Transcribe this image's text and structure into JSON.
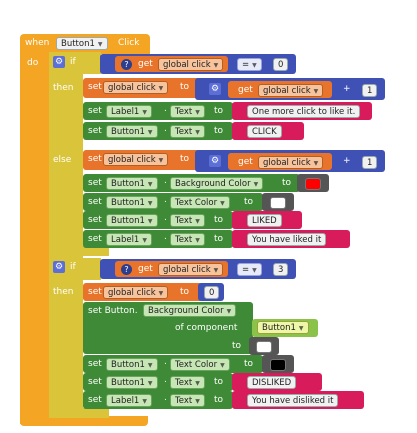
{
  "event": {
    "when": "when",
    "component": "Button1",
    "event": "Click",
    "do": "do"
  },
  "if1": {
    "if_label": "if",
    "get_label": "get",
    "var_name": "global click",
    "op": "=",
    "value": "0",
    "then_label": "then",
    "then": {
      "set_label": "set",
      "var_name": "global click",
      "to_label": "to",
      "get_label": "get",
      "get_var": "global click",
      "plus": "+",
      "num": "1",
      "l1_comp": "Label1",
      "l1_prop": "Text",
      "l1_text": "One more click to like it.",
      "b1_comp": "Button1",
      "b1_prop": "Text",
      "b1_text": "CLICK"
    },
    "else_label": "else",
    "else": {
      "set_label": "set",
      "var_name": "global click",
      "to_label": "to",
      "get_label": "get",
      "get_var": "global click",
      "plus": "+",
      "num": "1",
      "bg_comp": "Button1",
      "bg_prop": "Background Color",
      "bg_color": "#ff0000",
      "tc_comp": "Button1",
      "tc_prop": "Text Color",
      "tc_color": "#ffffff",
      "bt_comp": "Button1",
      "bt_prop": "Text",
      "bt_text": "LIKED",
      "lt_comp": "Label1",
      "lt_prop": "Text",
      "lt_text": "You have liked it"
    }
  },
  "if2": {
    "if_label": "if",
    "get_label": "get",
    "var_name": "global click",
    "op": "=",
    "value": "3",
    "then_label": "then",
    "then": {
      "set_label": "set",
      "var_name": "global click",
      "to_label": "to",
      "value": "0",
      "generic_set": "set Button.",
      "generic_prop": "Background Color",
      "of_component": "of component",
      "of_comp_value": "Button1",
      "to2_label": "to",
      "tc_comp": "Button1",
      "tc_prop": "Text Color",
      "tc_color": "#000000",
      "bt_comp": "Button1",
      "bt_prop": "Text",
      "bt_text": "DISLIKED",
      "lt_comp": "Label1",
      "lt_prop": "Text",
      "lt_text": "You have disliked it"
    }
  },
  "labels": {
    "set": "set",
    "to": "to",
    "dot": "."
  },
  "colors": {
    "event": "#f3a523",
    "control": "#c9cf32",
    "variable": "#e7742a",
    "compare": "#3f51b5",
    "setter": "#3f8a36",
    "text": "#d81b5a"
  }
}
